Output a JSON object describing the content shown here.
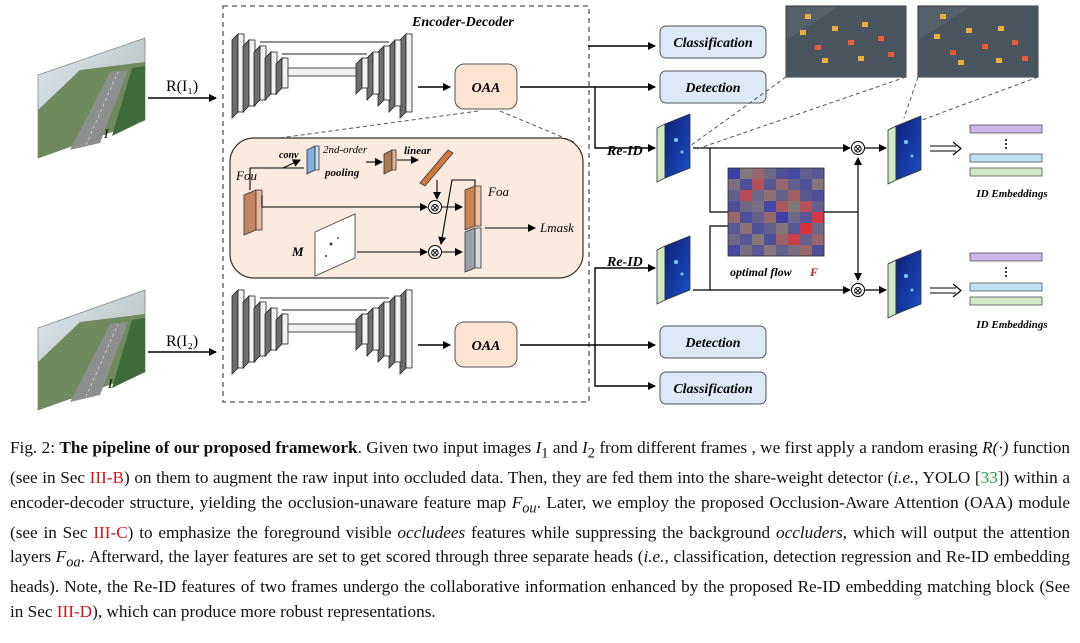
{
  "diagram": {
    "encoder_decoder_title": "Encoder-Decoder",
    "input_label_1": "I",
    "input_label_2": "I",
    "erasing_1": "R(I₁)",
    "erasing_2": "R(I₂)",
    "oaa_label": "OAA",
    "heads": {
      "classification": "Classification",
      "detection": "Detection"
    },
    "reid_label": "Re-ID",
    "optimal_flow_label": "optimal flow",
    "optimal_flow_symbol": "F",
    "id_embeddings": "ID Embeddings",
    "oaa_module": {
      "conv": "conv",
      "second_order": "2nd-order",
      "pooling": "pooling",
      "linear": "linear",
      "f_ou": "Fou",
      "f_oa": "Foa",
      "mask_label": "M",
      "loss_mask": "Lmask",
      "multiply": "⊗"
    },
    "colors": {
      "oaa_fill": "#fde3d2",
      "head_fill": "#dde9f7",
      "module_fill": "#fbeadd",
      "ref_red": "#d0151b",
      "ref_green": "#16a34a",
      "emb_purple": "#c8b6ec",
      "emb_blue": "#bfe0f5",
      "emb_green": "#cfe9c4"
    },
    "flow_matrix": [
      [
        0.1,
        0.45,
        0.55,
        0.35,
        0.2,
        0.15,
        0.3,
        0.25
      ],
      [
        0.4,
        0.2,
        0.7,
        0.25,
        0.55,
        0.3,
        0.2,
        0.45
      ],
      [
        0.3,
        0.75,
        0.35,
        0.5,
        0.3,
        0.6,
        0.25,
        0.2
      ],
      [
        0.2,
        0.35,
        0.4,
        0.15,
        0.65,
        0.45,
        0.7,
        0.3
      ],
      [
        0.55,
        0.2,
        0.3,
        0.55,
        0.1,
        0.35,
        0.25,
        0.85
      ],
      [
        0.25,
        0.5,
        0.2,
        0.3,
        0.45,
        0.25,
        0.9,
        0.35
      ],
      [
        0.35,
        0.25,
        0.45,
        0.2,
        0.6,
        0.8,
        0.3,
        0.55
      ],
      [
        0.15,
        0.4,
        0.25,
        0.45,
        0.3,
        0.4,
        0.55,
        0.2
      ]
    ]
  },
  "caption": {
    "fig_label": "Fig. 2:",
    "bold_title": "The pipeline of our proposed framework",
    "t1": ". Given two input images ",
    "i1": "I",
    "i1_sub": "1",
    "t2": " and ",
    "i2": "I",
    "i2_sub": "2",
    "t3": " from different frames , we first apply a random erasing ",
    "r_fn": "R(·)",
    "t4": " function (see in Sec ",
    "ref_b": "III-B",
    "t5": ") on them to augment the raw input into occluded data. Then, they are fed them into the share-weight detector (",
    "ie1": "i.e.",
    "t6": ", YOLO [",
    "ref_33": "33",
    "t7": "]) within a encoder-decoder structure, yielding the occlusion-unaware feature map ",
    "f_ou": "F",
    "f_ou_sub": "ou",
    "t8": ". Later, we employ the proposed Occlusion-Aware Attention (OAA) module (see in Sec ",
    "ref_c": "III-C",
    "t9": ") to emphasize the foreground visible ",
    "occludees": "occludees",
    "t10": " features while suppressing the background ",
    "occluders": "occluders",
    "t11": ", which will output the attention layers ",
    "f_oa": "F",
    "f_oa_sub": "oa",
    "t12": ". Afterward, the layer features are set to get scored through three separate heads (",
    "ie2": "i.e.",
    "t13": ", classification, detection regression and Re-ID embedding heads). Note, the Re-ID features of two frames undergo the collaborative information enhanced by the proposed Re-ID embedding matching block (See in Sec ",
    "ref_d": "III-D",
    "t14": "), which can produce more robust representations."
  }
}
